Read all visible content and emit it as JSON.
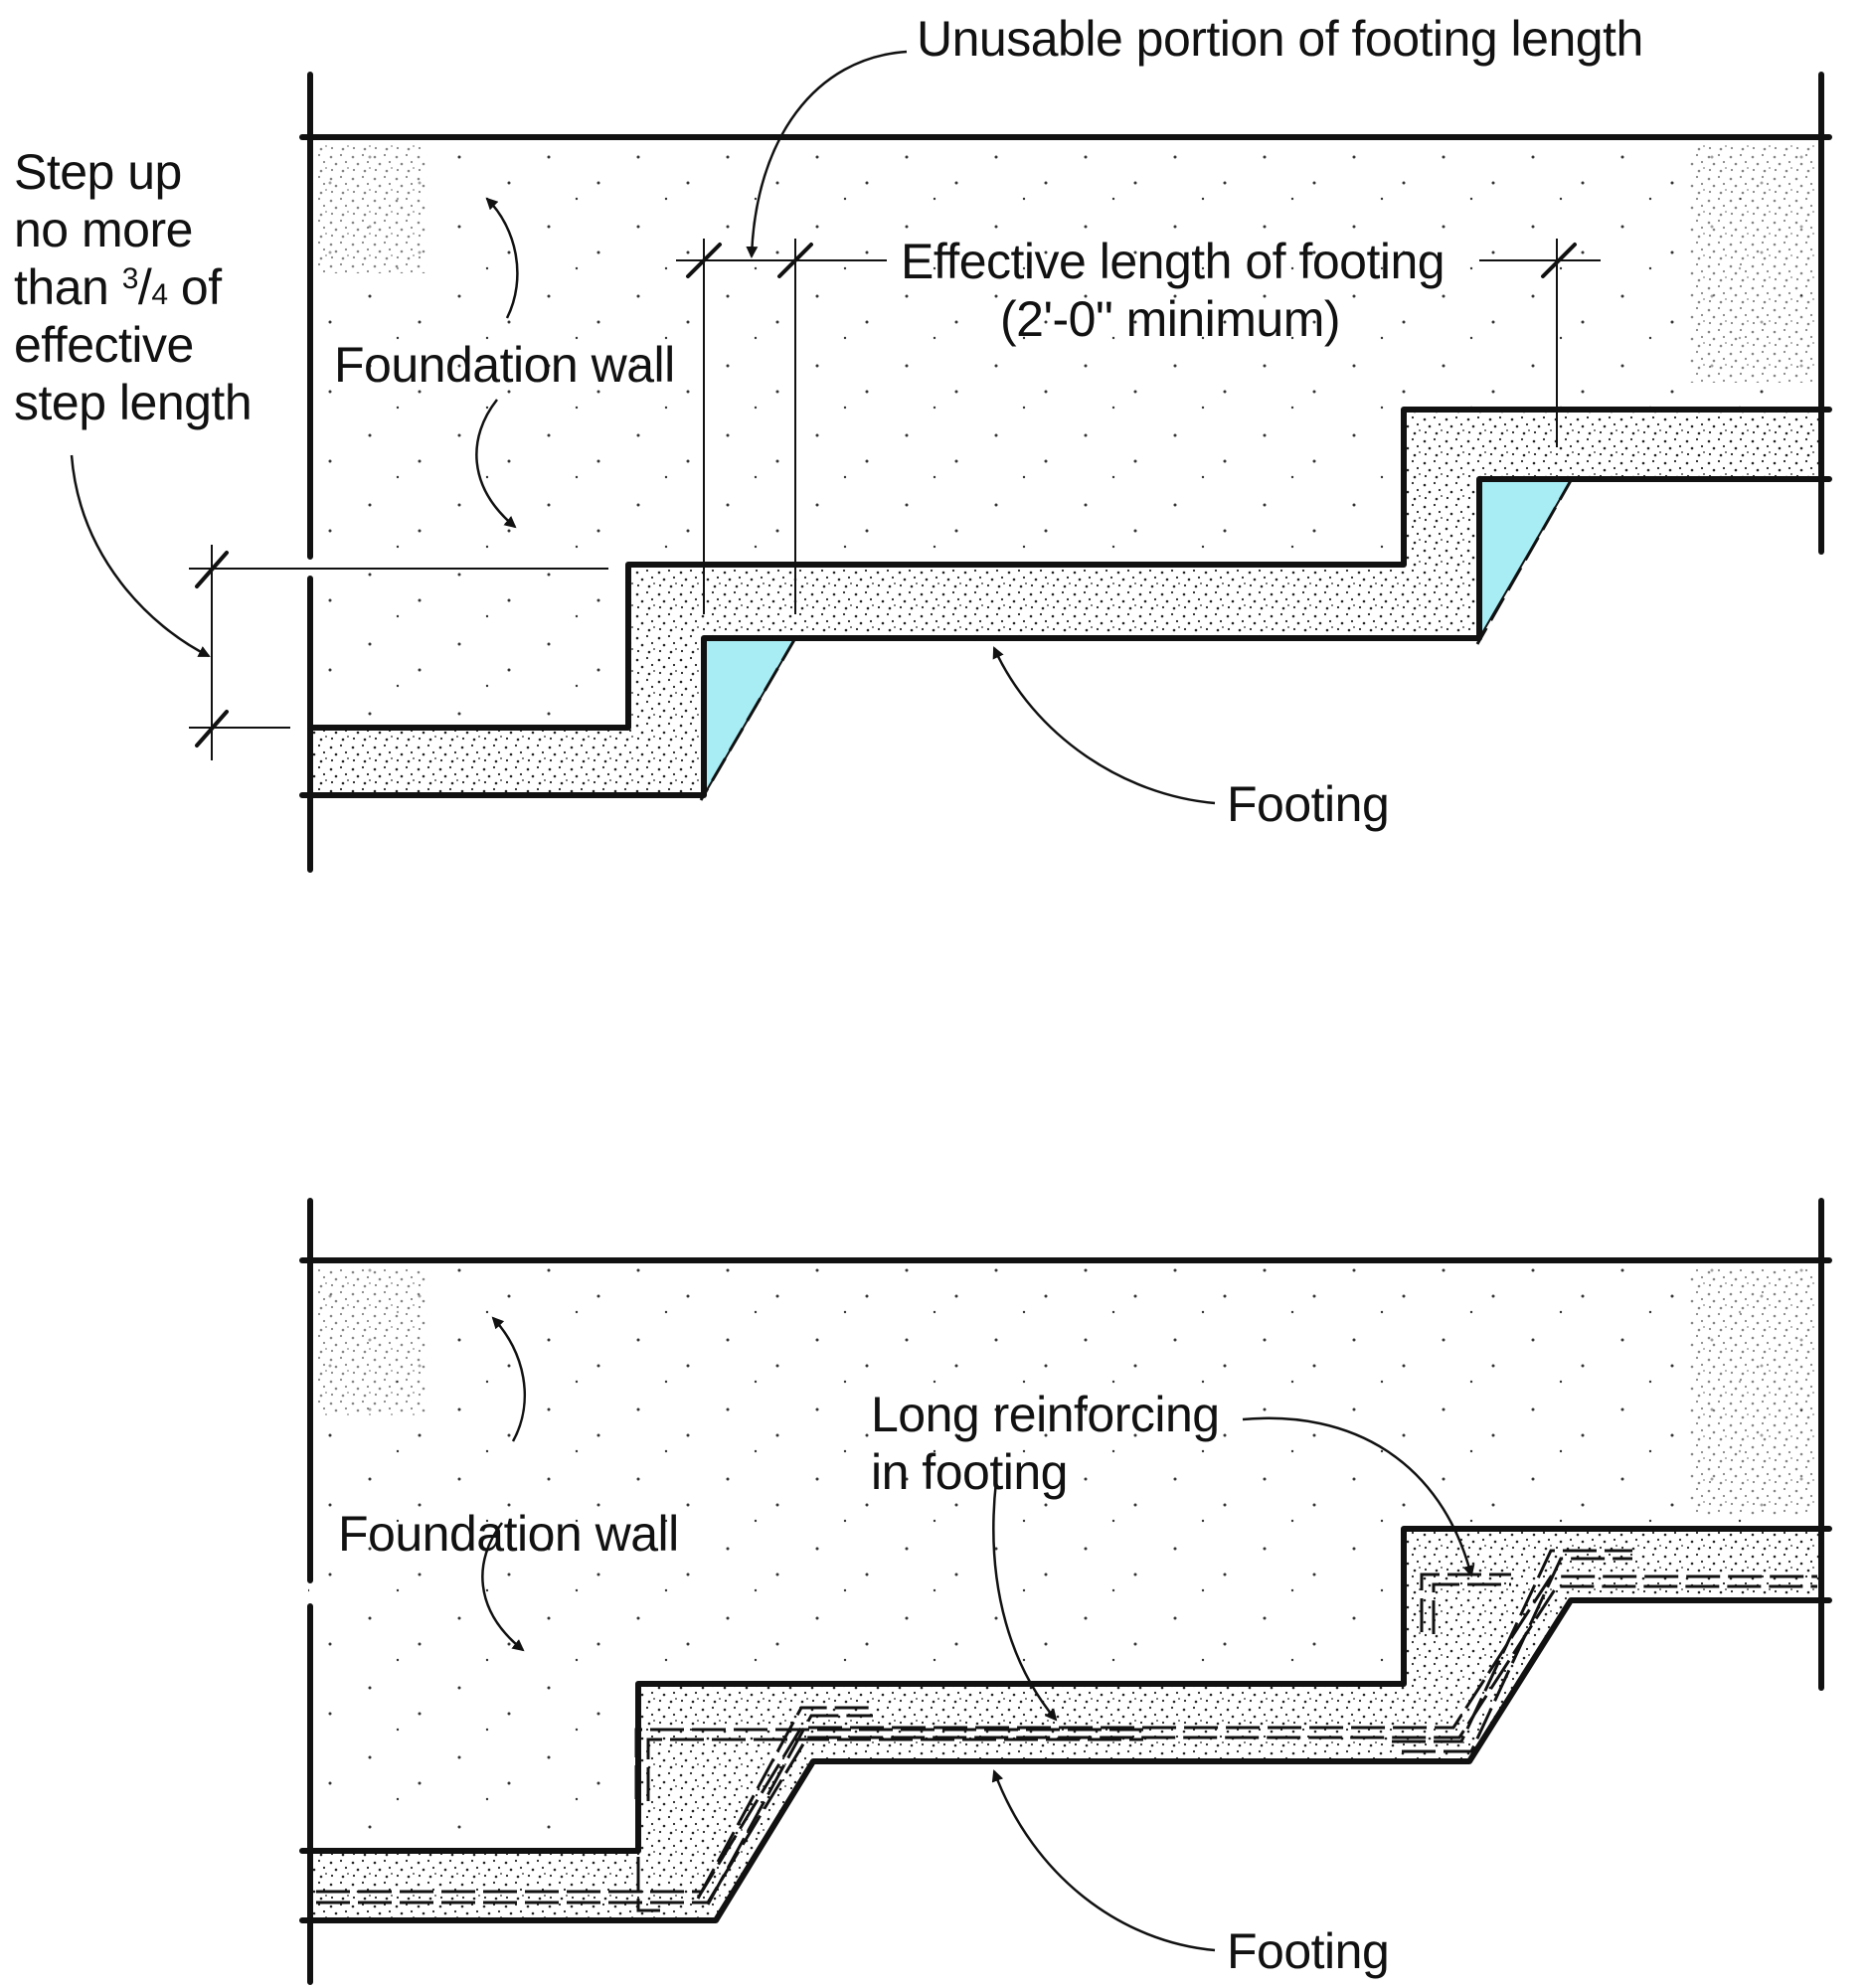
{
  "colors": {
    "unusable_fill": "#a8ecf4",
    "line": "#111111",
    "background": "#ffffff"
  },
  "top": {
    "step_label": [
      "Step up",
      "no more",
      "than ",
      " of",
      "effective",
      "step length"
    ],
    "fraction_num": "3",
    "fraction_slash": "/",
    "fraction_den": "4",
    "unusable_label": "Unusable portion of footing length",
    "effective_label_1": "Effective length of footing",
    "effective_label_2": "(2'-0\" minimum)",
    "wall_label": "Foundation wall",
    "footing_label": "Footing"
  },
  "bottom": {
    "wall_label": "Foundation wall",
    "reinf_label_1": "Long reinforcing",
    "reinf_label_2": "in footing",
    "footing_label": "Footing"
  },
  "icons": [
    "curved-arrow-icon",
    "tick-mark-icon"
  ]
}
